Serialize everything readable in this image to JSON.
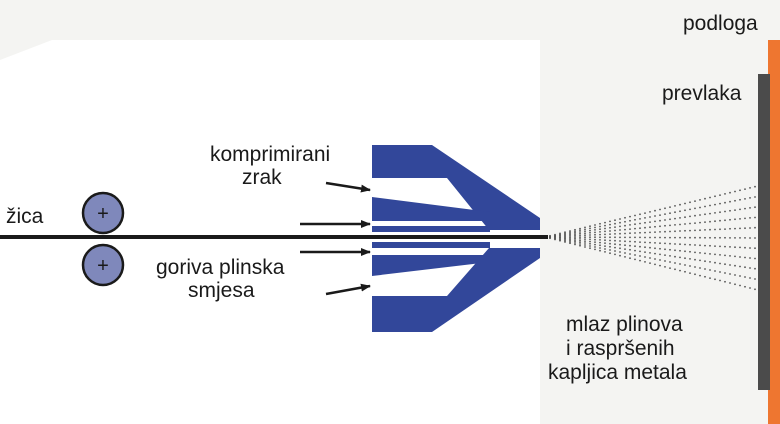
{
  "labels": {
    "wire": "žica",
    "compressed_air_line1": "komprimirani",
    "compressed_air_line2": "zrak",
    "fuel_gas_line1": "goriva plinska",
    "fuel_gas_line2": "smjesa",
    "spray_line1": "mlaz plinova",
    "spray_line2": "i raspršenih",
    "spray_line3": "kapljica metala",
    "substrate": "podloga",
    "coating": "prevlaka"
  },
  "rollers": [
    {
      "symbol": "+"
    },
    {
      "symbol": "+"
    }
  ],
  "colors": {
    "nozzle": "#32479a",
    "roller_fill": "#7f88bb",
    "wire": "#1a1a1a",
    "substrate": "#ee7630",
    "coating": "#4b4b4b",
    "spray_dots": "#555555",
    "background": "#f4f4f2"
  }
}
